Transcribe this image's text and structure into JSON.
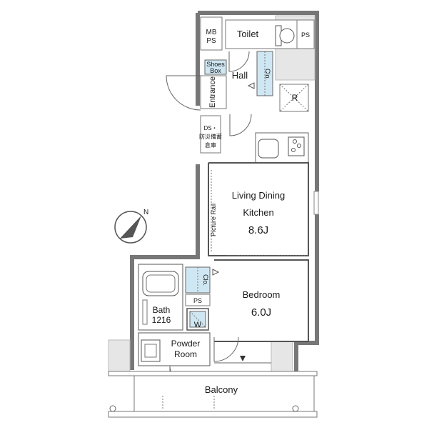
{
  "rooms": {
    "mb_ps_line1": "MB",
    "mb_ps_line2": "PS",
    "toilet": "Toilet",
    "ps_top": "PS",
    "shoes_box_line1": "Shoes",
    "shoes_box_line2": "Box",
    "hall": "Hall",
    "clo_top": "Clo.",
    "entrance": "Entrance",
    "refrigerator": "R",
    "ds_line1": "DS・",
    "ds_line2": "防災備蓄",
    "ds_line3": "倉庫",
    "ldk_line1": "Living Dining",
    "ldk_line2": "Kitchen",
    "ldk_size": "8.6J",
    "picture_rail": "Picture Rail",
    "clo_bed": "Clo.",
    "bedroom": "Bedroom",
    "bedroom_size": "6.0J",
    "ps_bath": "PS",
    "bath_line1": "Bath",
    "bath_line2": "1216",
    "washer": "W",
    "powder_line1": "Powder",
    "powder_line2": "Room",
    "balcony": "Balcony"
  },
  "compass": {
    "north": "N"
  }
}
